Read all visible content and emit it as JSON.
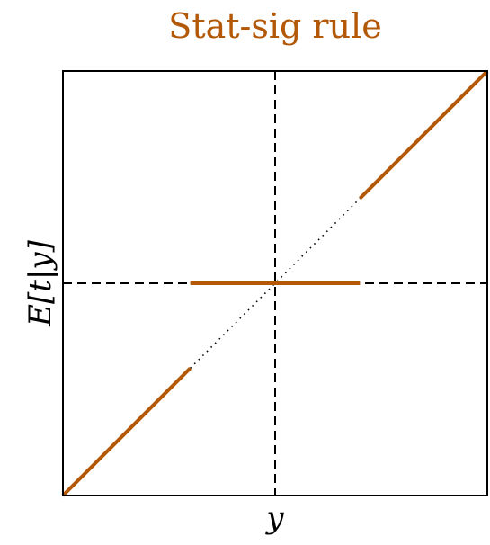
{
  "chart_data": {
    "type": "line",
    "title": "Stat-sig rule",
    "xlabel": "y",
    "ylabel": "E[t|y]",
    "xlim": [
      -1,
      1
    ],
    "ylim": [
      -1,
      1
    ],
    "grid": false,
    "reference_lines": [
      {
        "orientation": "vertical",
        "value": 0,
        "style": "dashed"
      },
      {
        "orientation": "horizontal",
        "value": 0,
        "style": "dashed"
      }
    ],
    "identity_line": {
      "style": "dotted",
      "range": [
        -0.4,
        0.4
      ]
    },
    "segments": [
      {
        "x": [
          -1,
          -0.4
        ],
        "y": [
          -1,
          -0.4
        ]
      },
      {
        "x": [
          -0.4,
          0.4
        ],
        "y": [
          0,
          0
        ]
      },
      {
        "x": [
          0.4,
          1
        ],
        "y": [
          0.4,
          1
        ]
      }
    ],
    "colors": {
      "series": "#b35806",
      "title": "#b35806",
      "axes": "#000000"
    }
  }
}
